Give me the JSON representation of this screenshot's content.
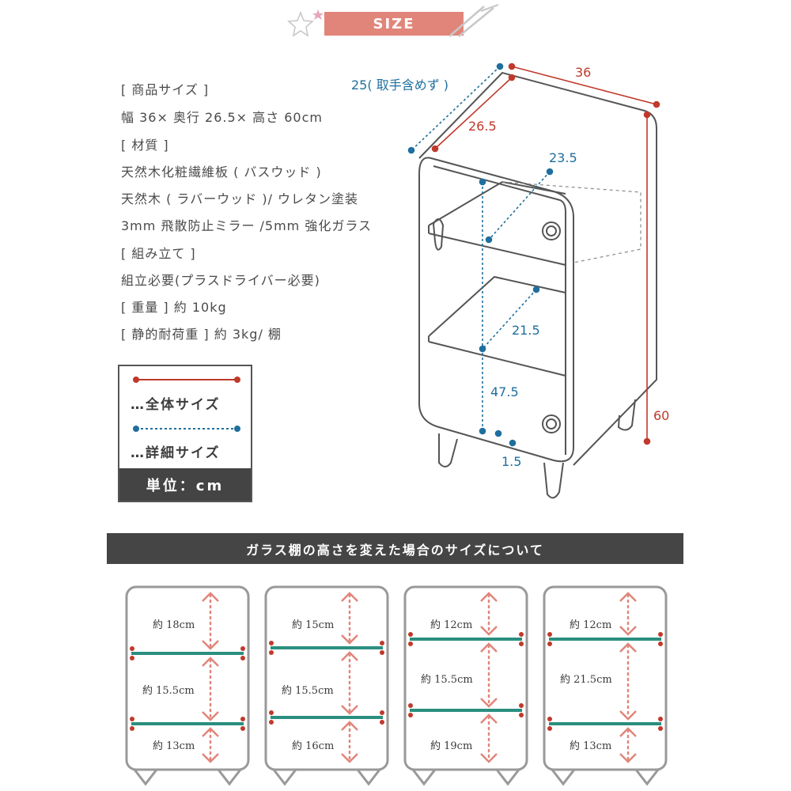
{
  "header": {
    "title": "SIZE"
  },
  "specs": {
    "product_size_heading": "[ 商品サイズ ]",
    "product_size_value": "幅 36× 奥行 26.5× 高さ 60cm",
    "material_heading": "[ 材質 ]",
    "material_1": "天然木化粧繊維板 ( バスウッド )",
    "material_2": "天然木 ( ラバーウッド )/ ウレタン塗装",
    "material_3": "3mm 飛散防止ミラー /5mm 強化ガラス",
    "assembly_heading": "[ 組み立て ]",
    "assembly_value": "組立必要(プラスドライバー必要)",
    "weight_heading": "[ 重量 ]",
    "weight_value": "約 10kg",
    "load_heading": "[ 静的耐荷重 ]",
    "load_value": "約 3kg/ 棚"
  },
  "legend": {
    "overall_label": "…全体サイズ",
    "detail_label": "…詳細サイズ",
    "unit_label": "単位：cm"
  },
  "dimensions": {
    "width_total": "36",
    "depth_no_handle": "25( 取手含めず )",
    "depth_total": "26.5",
    "height_total": "60",
    "inner_depth": "23.5",
    "shelf_gap": "21.5",
    "lower_height": "47.5",
    "thickness": "1.5"
  },
  "alt_section": {
    "title": "ガラス棚の高さを変えた場合のサイズについて",
    "cabinets": [
      {
        "top": "約 18cm",
        "middle": "約 15.5cm",
        "bottom": "約 13cm"
      },
      {
        "top": "約 15cm",
        "middle": "約 15.5cm",
        "bottom": "約 16cm"
      },
      {
        "top": "約 12cm",
        "middle": "約 15.5cm",
        "bottom": "約 19cm"
      },
      {
        "top": "約 12cm",
        "middle": "約 21.5cm",
        "bottom": "約 13cm"
      }
    ]
  },
  "colors": {
    "accent": "#e1857a",
    "overall_line": "#c0392b",
    "detail_line": "#1f6f9e",
    "shelf": "#2a8f7f",
    "dark": "#454545"
  }
}
